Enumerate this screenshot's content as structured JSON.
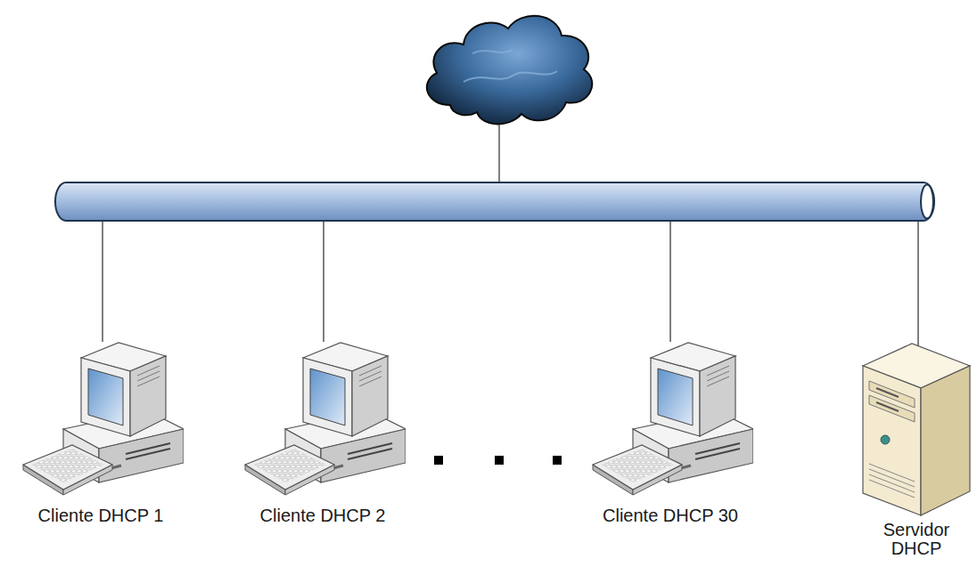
{
  "diagram": {
    "nodes": [
      {
        "text": [
          "Cliente DHCP 1"
        ]
      },
      {
        "text": [
          "Cliente DHCP 2"
        ]
      },
      {
        "text": [
          "Cliente DHCP 30"
        ]
      },
      {
        "text": [
          "Servidor DHCP"
        ]
      }
    ]
  }
}
